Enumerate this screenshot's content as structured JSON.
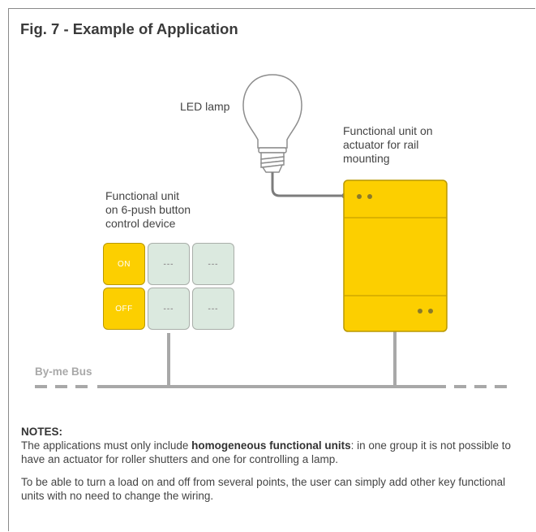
{
  "title": "Fig. 7 - Example of Application",
  "labels": {
    "led_lamp": "LED lamp",
    "actuator_unit": "Functional unit on\nactuator for rail\nmounting",
    "control_unit": "Functional unit\non 6-push button\ncontrol device",
    "bus": "By-me Bus"
  },
  "buttons": {
    "on": "ON",
    "off": "OFF",
    "placeholder": "---"
  },
  "notes": {
    "heading": "NOTES:",
    "p1_before": "The applications must only include ",
    "p1_bold": "homogeneous functional units",
    "p1_after": ": in one group it is not possible to have an actuator for roller shutters and one for controlling a lamp.",
    "p2": "To be able to turn a load on and off from several points, the user can simply add other key functional units with no need to change the wiring."
  },
  "colors": {
    "yellow": "#fccf00",
    "green_key": "#dbe9df",
    "bus": "#a8a8a8"
  }
}
